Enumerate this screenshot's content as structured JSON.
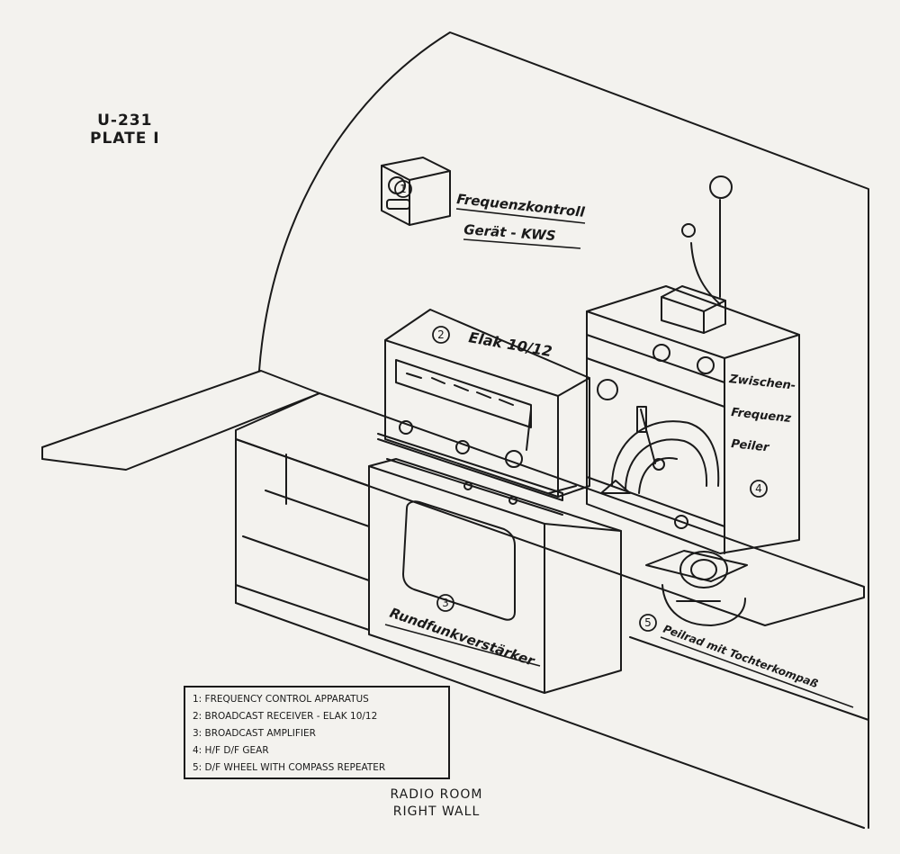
{
  "plate": {
    "code": "U-231",
    "name": "PLATE I"
  },
  "labels": {
    "l1_line1": "Frequenzkontroll",
    "l1_line2": "Gerät - KWS",
    "l2": "Elak 10/12",
    "l3": "Rundfunkverstärker",
    "l4_line1": "Zwischen-",
    "l4_line2": "Frequenz",
    "l4_line3": "Peiler",
    "l5": "Peilrad mit Tochterkompaß"
  },
  "markers": {
    "m1": "1",
    "m2": "2",
    "m3": "3",
    "m4": "4",
    "m5": "5"
  },
  "legend": [
    "1: Frequency control apparatus",
    "2: Broadcast receiver - Elak 10/12",
    "3: Broadcast amplifier",
    "4: H/F D/F gear",
    "5: D/F wheel with compass repeater"
  ],
  "caption": {
    "line1": "RADIO ROOM",
    "line2": "RIGHT WALL"
  }
}
